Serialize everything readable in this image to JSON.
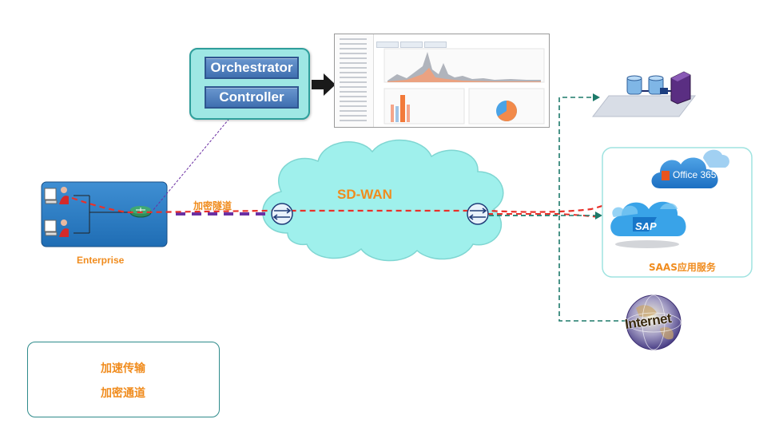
{
  "controller_panel": {
    "orchestrator_label": "Orchestrator",
    "controller_label": "Controller"
  },
  "enterprise": {
    "label": "Enterprise"
  },
  "tunnel": {
    "label": "加密隧道"
  },
  "wan": {
    "label": "SD-WAN"
  },
  "saas": {
    "label": "SAAS应用服务",
    "office365_label": "Office 365",
    "sap_label": "SAP"
  },
  "internet": {
    "label": "Internet"
  },
  "legend": {
    "accelerated_label": "加速传输",
    "encrypted_label": "加密通道"
  },
  "colors": {
    "accelerated_line": "#e8312a",
    "encrypted_line": "#6b2fa3",
    "datacenter_line": "#1d7a6a",
    "label_orange": "#f08c1e",
    "teal_panel": "#9ee7e4",
    "cloud_fill": "#9ff0ec"
  },
  "icons": [
    "pc-user-icon",
    "router-icon",
    "switch-icon",
    "server-icon",
    "cloud-icon",
    "globe-icon",
    "arrow-right-icon"
  ]
}
